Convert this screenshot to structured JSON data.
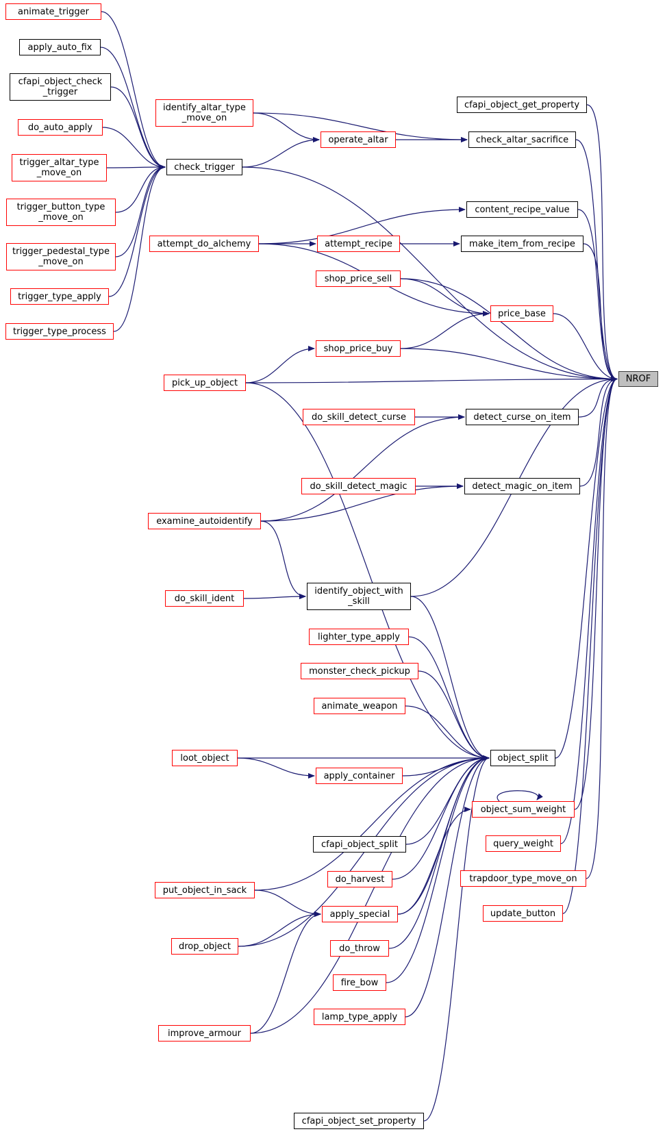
{
  "colors": {
    "edge": "#191970",
    "link_border": "#ff0000",
    "plain_border": "#000000",
    "root_fill": "#bfbfbf"
  },
  "nodes": {
    "NROF": {
      "lines": [
        "NROF"
      ],
      "style": "root"
    },
    "animate_trigger": {
      "lines": [
        "animate_trigger"
      ],
      "style": "red"
    },
    "apply_auto_fix": {
      "lines": [
        "apply_auto_fix"
      ],
      "style": "plain"
    },
    "cfapi_object_check_trigger": {
      "lines": [
        "cfapi_object_check",
        "_trigger"
      ],
      "style": "plain"
    },
    "do_auto_apply": {
      "lines": [
        "do_auto_apply"
      ],
      "style": "red"
    },
    "trigger_altar_type_move_on": {
      "lines": [
        "trigger_altar_type",
        "_move_on"
      ],
      "style": "red"
    },
    "trigger_button_type_move_on": {
      "lines": [
        "trigger_button_type",
        "_move_on"
      ],
      "style": "red"
    },
    "trigger_pedestal_type_move_on": {
      "lines": [
        "trigger_pedestal_type",
        "_move_on"
      ],
      "style": "red"
    },
    "trigger_type_apply": {
      "lines": [
        "trigger_type_apply"
      ],
      "style": "red"
    },
    "trigger_type_process": {
      "lines": [
        "trigger_type_process"
      ],
      "style": "red"
    },
    "check_trigger": {
      "lines": [
        "check_trigger"
      ],
      "style": "plain"
    },
    "identify_altar_type_move_on": {
      "lines": [
        "identify_altar_type",
        "_move_on"
      ],
      "style": "red"
    },
    "operate_altar": {
      "lines": [
        "operate_altar"
      ],
      "style": "red"
    },
    "cfapi_object_get_property": {
      "lines": [
        "cfapi_object_get_property"
      ],
      "style": "plain"
    },
    "check_altar_sacrifice": {
      "lines": [
        "check_altar_sacrifice"
      ],
      "style": "plain"
    },
    "content_recipe_value": {
      "lines": [
        "content_recipe_value"
      ],
      "style": "plain"
    },
    "attempt_do_alchemy": {
      "lines": [
        "attempt_do_alchemy"
      ],
      "style": "red"
    },
    "attempt_recipe": {
      "lines": [
        "attempt_recipe"
      ],
      "style": "red"
    },
    "make_item_from_recipe": {
      "lines": [
        "make_item_from_recipe"
      ],
      "style": "plain"
    },
    "shop_price_sell": {
      "lines": [
        "shop_price_sell"
      ],
      "style": "red"
    },
    "price_base": {
      "lines": [
        "price_base"
      ],
      "style": "red"
    },
    "shop_price_buy": {
      "lines": [
        "shop_price_buy"
      ],
      "style": "red"
    },
    "pick_up_object": {
      "lines": [
        "pick_up_object"
      ],
      "style": "red"
    },
    "do_skill_detect_curse": {
      "lines": [
        "do_skill_detect_curse"
      ],
      "style": "red"
    },
    "detect_curse_on_item": {
      "lines": [
        "detect_curse_on_item"
      ],
      "style": "plain"
    },
    "do_skill_detect_magic": {
      "lines": [
        "do_skill_detect_magic"
      ],
      "style": "red"
    },
    "detect_magic_on_item": {
      "lines": [
        "detect_magic_on_item"
      ],
      "style": "plain"
    },
    "examine_autoidentify": {
      "lines": [
        "examine_autoidentify"
      ],
      "style": "red"
    },
    "do_skill_ident": {
      "lines": [
        "do_skill_ident"
      ],
      "style": "red"
    },
    "identify_object_with_skill": {
      "lines": [
        "identify_object_with",
        "_skill"
      ],
      "style": "plain"
    },
    "lighter_type_apply": {
      "lines": [
        "lighter_type_apply"
      ],
      "style": "red"
    },
    "monster_check_pickup": {
      "lines": [
        "monster_check_pickup"
      ],
      "style": "red"
    },
    "animate_weapon": {
      "lines": [
        "animate_weapon"
      ],
      "style": "red"
    },
    "loot_object": {
      "lines": [
        "loot_object"
      ],
      "style": "red"
    },
    "object_split": {
      "lines": [
        "object_split"
      ],
      "style": "plain"
    },
    "apply_container": {
      "lines": [
        "apply_container"
      ],
      "style": "red"
    },
    "object_sum_weight": {
      "lines": [
        "object_sum_weight"
      ],
      "style": "red"
    },
    "cfapi_object_split": {
      "lines": [
        "cfapi_object_split"
      ],
      "style": "plain"
    },
    "query_weight": {
      "lines": [
        "query_weight"
      ],
      "style": "red"
    },
    "trapdoor_type_move_on": {
      "lines": [
        "trapdoor_type_move_on"
      ],
      "style": "red"
    },
    "put_object_in_sack": {
      "lines": [
        "put_object_in_sack"
      ],
      "style": "red"
    },
    "do_harvest": {
      "lines": [
        "do_harvest"
      ],
      "style": "red"
    },
    "update_button": {
      "lines": [
        "update_button"
      ],
      "style": "red"
    },
    "apply_special": {
      "lines": [
        "apply_special"
      ],
      "style": "red"
    },
    "drop_object": {
      "lines": [
        "drop_object"
      ],
      "style": "red"
    },
    "do_throw": {
      "lines": [
        "do_throw"
      ],
      "style": "red"
    },
    "fire_bow": {
      "lines": [
        "fire_bow"
      ],
      "style": "red"
    },
    "lamp_type_apply": {
      "lines": [
        "lamp_type_apply"
      ],
      "style": "red"
    },
    "improve_armour": {
      "lines": [
        "improve_armour"
      ],
      "style": "red"
    },
    "cfapi_object_set_property": {
      "lines": [
        "cfapi_object_set_property"
      ],
      "style": "plain"
    }
  },
  "edges": [
    [
      "animate_trigger",
      "check_trigger"
    ],
    [
      "apply_auto_fix",
      "check_trigger"
    ],
    [
      "cfapi_object_check_trigger",
      "check_trigger"
    ],
    [
      "do_auto_apply",
      "check_trigger"
    ],
    [
      "trigger_altar_type_move_on",
      "check_trigger"
    ],
    [
      "trigger_button_type_move_on",
      "check_trigger"
    ],
    [
      "trigger_pedestal_type_move_on",
      "check_trigger"
    ],
    [
      "trigger_type_apply",
      "check_trigger"
    ],
    [
      "trigger_type_process",
      "check_trigger"
    ],
    [
      "check_trigger",
      "operate_altar"
    ],
    [
      "check_trigger",
      "NROF"
    ],
    [
      "identify_altar_type_move_on",
      "operate_altar"
    ],
    [
      "identify_altar_type_move_on",
      "check_altar_sacrifice"
    ],
    [
      "operate_altar",
      "check_altar_sacrifice"
    ],
    [
      "check_altar_sacrifice",
      "NROF"
    ],
    [
      "cfapi_object_get_property",
      "NROF"
    ],
    [
      "content_recipe_value",
      "NROF"
    ],
    [
      "attempt_do_alchemy",
      "content_recipe_value"
    ],
    [
      "attempt_do_alchemy",
      "attempt_recipe"
    ],
    [
      "attempt_do_alchemy",
      "price_base"
    ],
    [
      "attempt_recipe",
      "make_item_from_recipe"
    ],
    [
      "make_item_from_recipe",
      "NROF"
    ],
    [
      "shop_price_sell",
      "price_base"
    ],
    [
      "shop_price_sell",
      "NROF"
    ],
    [
      "price_base",
      "NROF"
    ],
    [
      "shop_price_buy",
      "price_base"
    ],
    [
      "shop_price_buy",
      "NROF"
    ],
    [
      "pick_up_object",
      "shop_price_buy"
    ],
    [
      "pick_up_object",
      "NROF"
    ],
    [
      "pick_up_object",
      "object_split"
    ],
    [
      "do_skill_detect_curse",
      "detect_curse_on_item"
    ],
    [
      "detect_curse_on_item",
      "NROF"
    ],
    [
      "do_skill_detect_magic",
      "detect_magic_on_item"
    ],
    [
      "detect_magic_on_item",
      "NROF"
    ],
    [
      "examine_autoidentify",
      "detect_curse_on_item"
    ],
    [
      "examine_autoidentify",
      "detect_magic_on_item"
    ],
    [
      "examine_autoidentify",
      "identify_object_with_skill"
    ],
    [
      "do_skill_ident",
      "identify_object_with_skill"
    ],
    [
      "identify_object_with_skill",
      "NROF"
    ],
    [
      "identify_object_with_skill",
      "object_split"
    ],
    [
      "lighter_type_apply",
      "object_split"
    ],
    [
      "monster_check_pickup",
      "object_split"
    ],
    [
      "animate_weapon",
      "object_split"
    ],
    [
      "loot_object",
      "object_split"
    ],
    [
      "loot_object",
      "apply_container"
    ],
    [
      "apply_container",
      "object_split"
    ],
    [
      "object_split",
      "NROF"
    ],
    [
      "object_sum_weight",
      "NROF"
    ],
    [
      "object_sum_weight",
      "object_sum_weight"
    ],
    [
      "cfapi_object_split",
      "object_split"
    ],
    [
      "query_weight",
      "NROF"
    ],
    [
      "trapdoor_type_move_on",
      "NROF"
    ],
    [
      "update_button",
      "NROF"
    ],
    [
      "put_object_in_sack",
      "object_split"
    ],
    [
      "put_object_in_sack",
      "apply_special"
    ],
    [
      "do_harvest",
      "object_split"
    ],
    [
      "apply_special",
      "object_split"
    ],
    [
      "apply_special",
      "object_sum_weight"
    ],
    [
      "drop_object",
      "apply_special"
    ],
    [
      "drop_object",
      "object_split"
    ],
    [
      "do_throw",
      "object_split"
    ],
    [
      "fire_bow",
      "object_split"
    ],
    [
      "lamp_type_apply",
      "object_split"
    ],
    [
      "improve_armour",
      "apply_special"
    ],
    [
      "improve_armour",
      "object_split"
    ],
    [
      "cfapi_object_set_property",
      "object_split"
    ]
  ]
}
